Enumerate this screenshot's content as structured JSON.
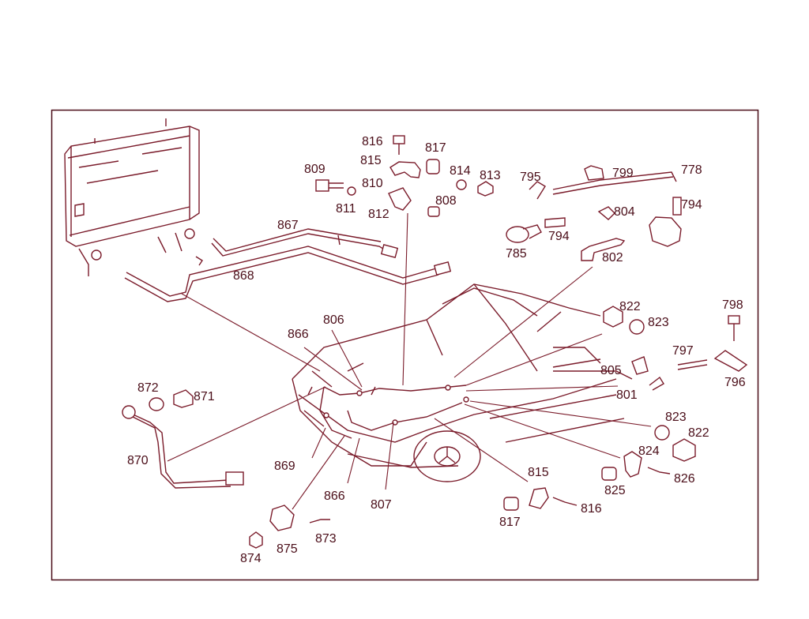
{
  "colors": {
    "line": "#7a1b2a",
    "text": "#4a0d18",
    "background": "#ffffff"
  },
  "callouts": [
    {
      "id": "809",
      "text": "809"
    },
    {
      "id": "810",
      "text": "810"
    },
    {
      "id": "811",
      "text": "811"
    },
    {
      "id": "812",
      "text": "812"
    },
    {
      "id": "815",
      "text": "815"
    },
    {
      "id": "816",
      "text": "816"
    },
    {
      "id": "817",
      "text": "817"
    },
    {
      "id": "814",
      "text": "814"
    },
    {
      "id": "813",
      "text": "813"
    },
    {
      "id": "808",
      "text": "808"
    },
    {
      "id": "795",
      "text": "795"
    },
    {
      "id": "799",
      "text": "799"
    },
    {
      "id": "778",
      "text": "778"
    },
    {
      "id": "794a",
      "text": "794"
    },
    {
      "id": "804",
      "text": "804"
    },
    {
      "id": "794b",
      "text": "794"
    },
    {
      "id": "785",
      "text": "785"
    },
    {
      "id": "802",
      "text": "802"
    },
    {
      "id": "867",
      "text": "867"
    },
    {
      "id": "868",
      "text": "868"
    },
    {
      "id": "822a",
      "text": "822"
    },
    {
      "id": "823a",
      "text": "823"
    },
    {
      "id": "798",
      "text": "798"
    },
    {
      "id": "866a",
      "text": "866"
    },
    {
      "id": "806",
      "text": "806"
    },
    {
      "id": "797",
      "text": "797"
    },
    {
      "id": "805",
      "text": "805"
    },
    {
      "id": "796",
      "text": "796"
    },
    {
      "id": "801",
      "text": "801"
    },
    {
      "id": "872",
      "text": "872"
    },
    {
      "id": "871",
      "text": "871"
    },
    {
      "id": "870",
      "text": "870"
    },
    {
      "id": "823b",
      "text": "823"
    },
    {
      "id": "822b",
      "text": "822"
    },
    {
      "id": "824",
      "text": "824"
    },
    {
      "id": "869",
      "text": "869"
    },
    {
      "id": "826",
      "text": "826"
    },
    {
      "id": "825",
      "text": "825"
    },
    {
      "id": "815b",
      "text": "815"
    },
    {
      "id": "866b",
      "text": "866"
    },
    {
      "id": "807",
      "text": "807"
    },
    {
      "id": "817b",
      "text": "817"
    },
    {
      "id": "816b",
      "text": "816"
    },
    {
      "id": "873",
      "text": "873"
    },
    {
      "id": "875",
      "text": "875"
    },
    {
      "id": "874",
      "text": "874"
    }
  ]
}
